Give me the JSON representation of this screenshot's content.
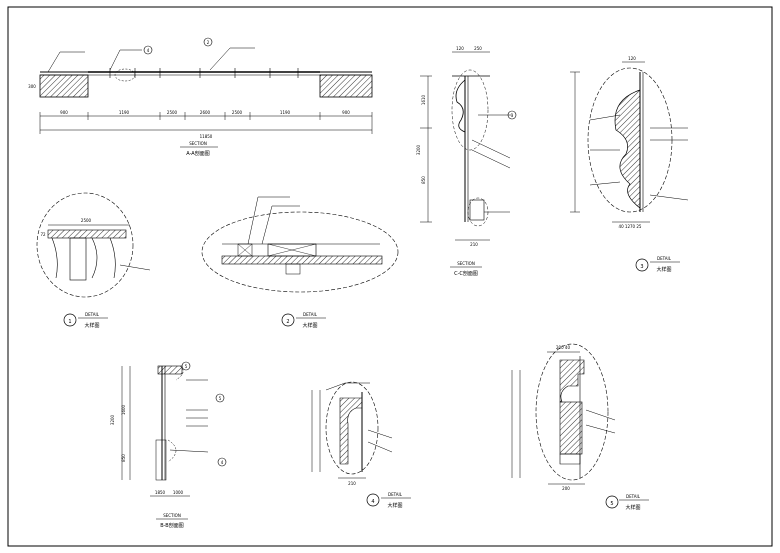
{
  "colors": {
    "line": "#000000",
    "hatch": "#000000",
    "border": "#000000"
  },
  "sections": {
    "aa": {
      "tag": "SECTION",
      "name": "A-A剖面图",
      "dims": [
        "900",
        "1190",
        "2500",
        "2600",
        "2500",
        "1190",
        "900"
      ],
      "total": "11850",
      "height": "300"
    },
    "cc": {
      "tag": "SECTION",
      "name": "C-C剖面图",
      "dims_top": [
        "120",
        "250"
      ],
      "dims_left": [
        "3200",
        "1610",
        "850"
      ],
      "dims_bottom": "210"
    },
    "bb": {
      "tag": "SECTION",
      "name": "B-B剖面图",
      "dims_left": [
        "3200",
        "1600",
        "850"
      ],
      "dims_bottom": [
        "1850",
        "1000"
      ]
    }
  },
  "details": {
    "d1": {
      "num": "1",
      "tag": "DETAIL",
      "name": "大样图",
      "dim": "2500",
      "side": "72"
    },
    "d2": {
      "num": "2",
      "tag": "DETAIL",
      "name": "大样图"
    },
    "d3": {
      "num": "3",
      "tag": "DETAIL",
      "name": "大样图",
      "dim_top": "120",
      "dim_bottom": "40 1270 25"
    },
    "d4": {
      "num": "4",
      "tag": "DETAIL",
      "name": "大样图",
      "dim_bottom": "210"
    },
    "d5": {
      "num": "5",
      "tag": "DETAIL",
      "name": "大样图",
      "dim_top": "200 40",
      "dim_bottom": "200"
    }
  },
  "callouts": {
    "c2": "2",
    "c3": "3",
    "c4": "4",
    "c5": "5"
  }
}
